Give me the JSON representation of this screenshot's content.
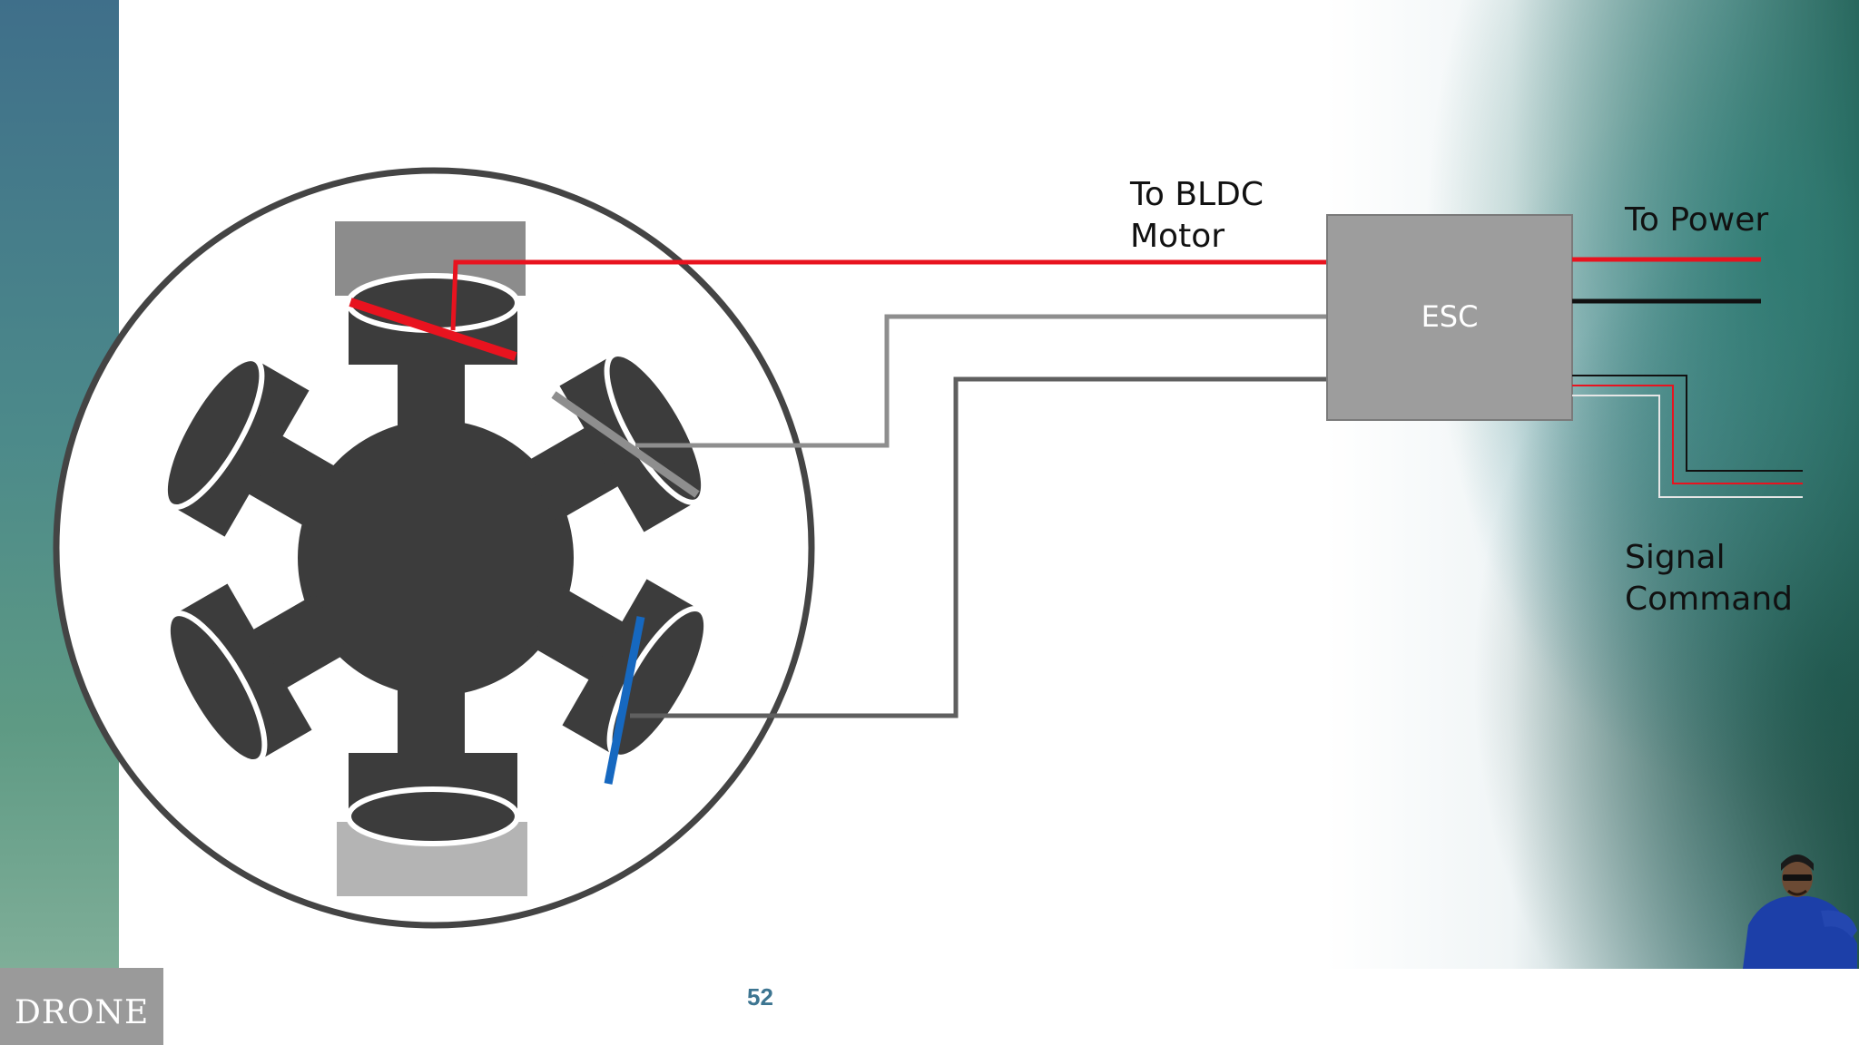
{
  "diagram": {
    "labels": {
      "to_motor": "To BLDC\nMotor",
      "esc": "ESC",
      "to_power": "To Power",
      "signal": "Signal\nCommand"
    }
  },
  "footer": {
    "brand": "DRONE",
    "page_number": "52"
  },
  "colors": {
    "phase_a": "#e8131f",
    "phase_b": "#8e8e8e",
    "phase_c": "#1668c0",
    "power_negative": "#111111",
    "stator": "#3c3c3c",
    "esc_fill": "#9d9d9d",
    "page_number": "#3d7591"
  }
}
